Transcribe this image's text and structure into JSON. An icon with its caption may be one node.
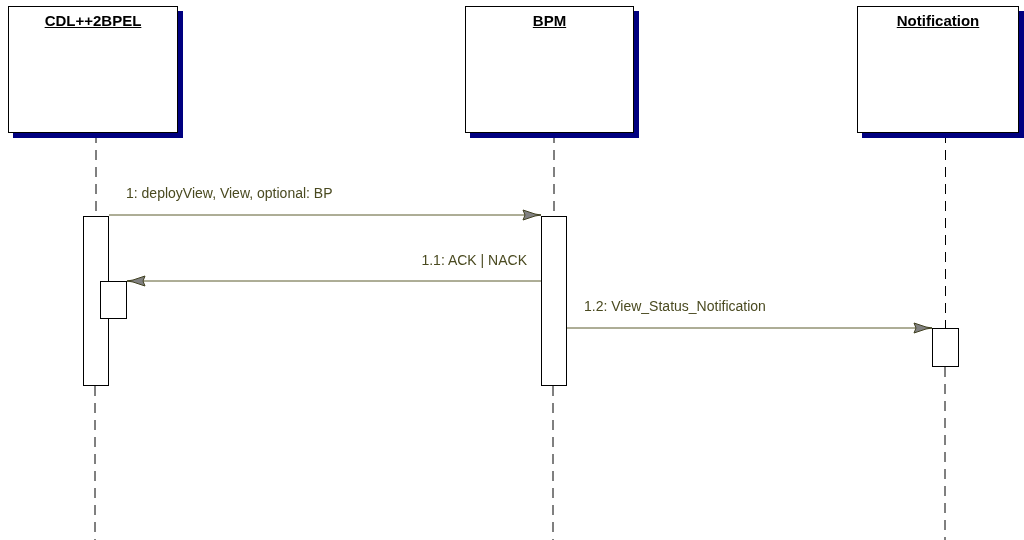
{
  "diagram": {
    "nodes": [
      {
        "text": [
          "CDL++2BPEL"
        ]
      },
      {
        "text": [
          "BPM"
        ]
      },
      {
        "text": [
          "Notification"
        ]
      },
      {
        "text": [],
        "shape": "bar"
      },
      {
        "text": [],
        "shape": "bar"
      },
      {
        "text": [],
        "shape": "bar"
      },
      {
        "text": [],
        "shape": "bar"
      }
    ],
    "edges": [
      {
        "from": 0,
        "to": 3,
        "arrow": "none",
        "style": "dashed",
        "color": "#000000"
      },
      {
        "from": 1,
        "to": 5,
        "arrow": "none",
        "style": "dashed",
        "color": "#000000"
      },
      {
        "from": 2,
        "to": 6,
        "arrow": "none",
        "style": "dashed",
        "color": "#000000"
      },
      {
        "from": 3,
        "to": 5,
        "arrow": "to",
        "label": "1: deployView, View, optional: BP",
        "color": "#5c5c2e"
      },
      {
        "from": 5,
        "to": 4,
        "arrow": "to",
        "label": "1.1: ACK | NACK",
        "color": "#5c5c2e"
      },
      {
        "from": 5,
        "to": 6,
        "arrow": "to",
        "label": "1.2: View_Status_Notification",
        "color": "#5c5c2e"
      }
    ]
  }
}
